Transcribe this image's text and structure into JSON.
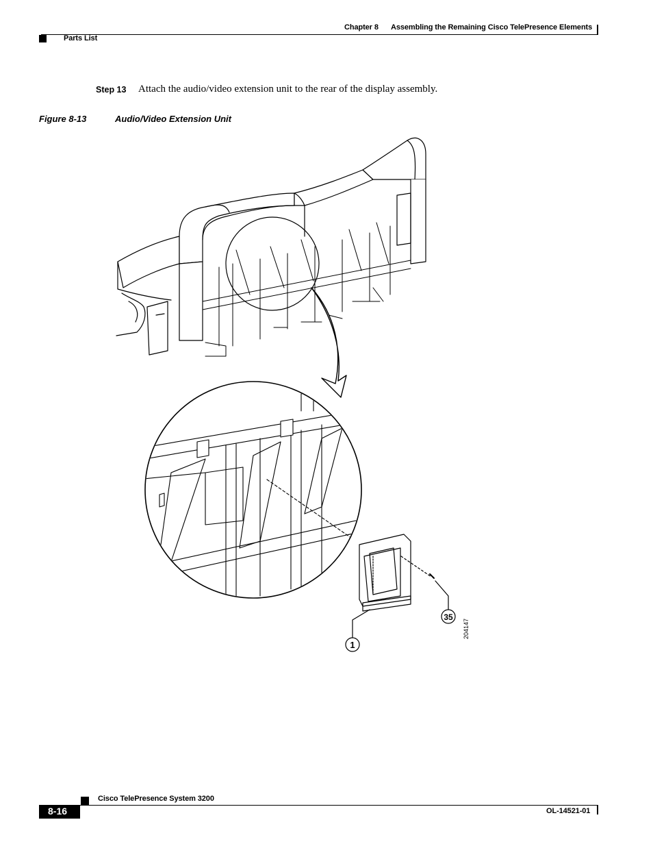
{
  "header": {
    "chapter": "Chapter 8",
    "chapter_title": "Assembling the Remaining Cisco TelePresence Elements",
    "section": "Parts List"
  },
  "step": {
    "label": "Step 13",
    "text": "Attach the audio/video extension unit to the rear of the display assembly."
  },
  "figure": {
    "number": "Figure 8-13",
    "title": "Audio/Video Extension Unit",
    "callouts": [
      "1",
      "35"
    ],
    "art_id": "204147"
  },
  "footer": {
    "product": "Cisco TelePresence System 3200",
    "page": "8-16",
    "doc_id": "OL-14521-01"
  }
}
